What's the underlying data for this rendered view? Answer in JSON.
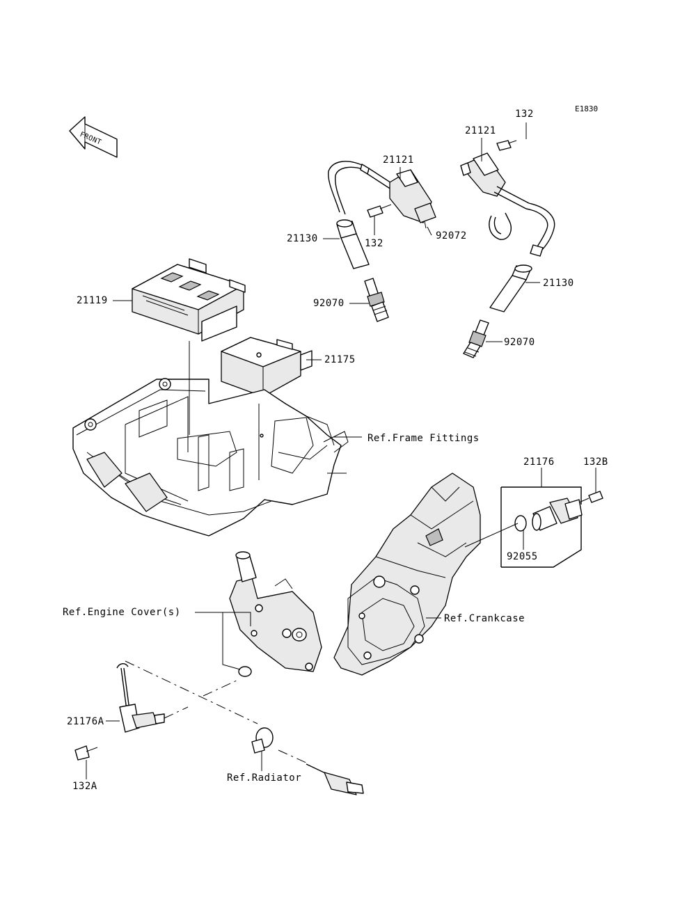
{
  "diagram_code": "E1830",
  "front_indicator": "FRONT",
  "labels": {
    "p132_top": "132",
    "p21121_top": "21121",
    "p21121_mid": "21121",
    "p21130_left": "21130",
    "p132_mid": "132",
    "p92072": "92072",
    "p21130_right": "21130",
    "p21119": "21119",
    "p92070_left": "92070",
    "p92070_right": "92070",
    "p21175": "21175",
    "ref_frame": "Ref.Frame Fittings",
    "p21176": "21176",
    "p132B": "132B",
    "p92055": "92055",
    "ref_crankcase": "Ref.Crankcase",
    "ref_engine_cover": "Ref.Engine Cover(s)",
    "p21176A": "21176A",
    "p132A": "132A",
    "ref_radiator": "Ref.Radiator"
  }
}
